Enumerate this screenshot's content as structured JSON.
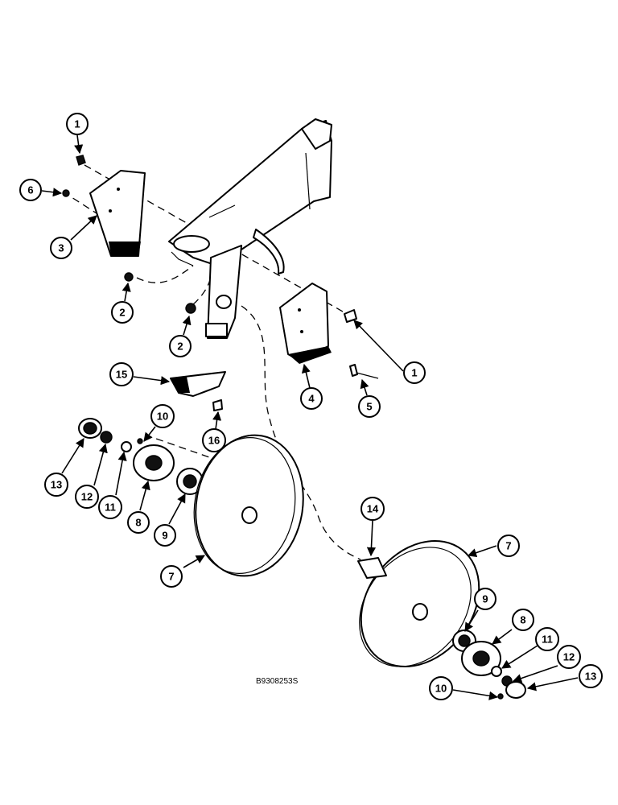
{
  "figure": {
    "drawing_code": "B9308253S",
    "callouts": [
      "1",
      "2",
      "3",
      "4",
      "5",
      "6",
      "7",
      "8",
      "9",
      "10",
      "11",
      "12",
      "13",
      "14",
      "15",
      "16"
    ]
  }
}
